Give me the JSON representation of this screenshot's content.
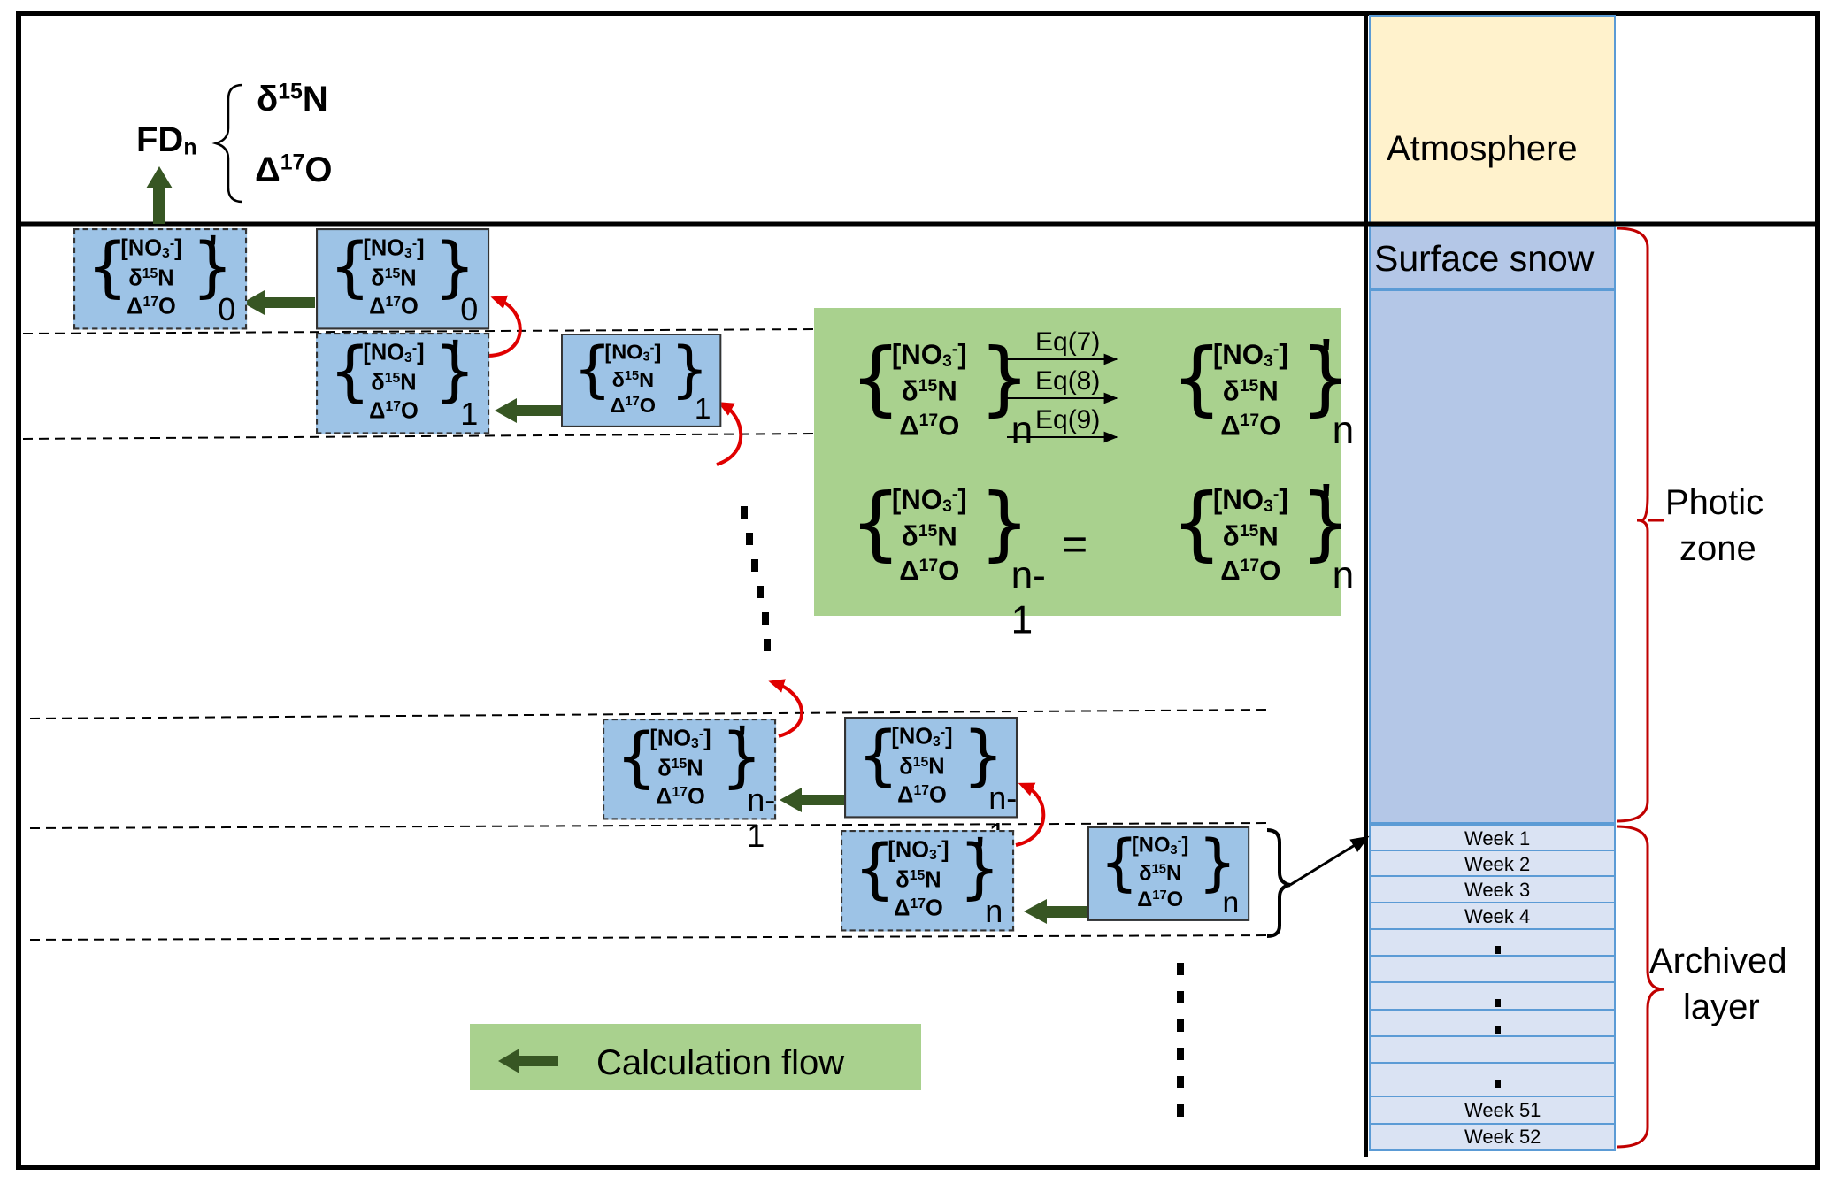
{
  "header": {
    "fd_label": "FD",
    "fd_sub": "n",
    "d15n_main": "δ",
    "d15n_sup": "15",
    "d15n_tail": "N",
    "d17o_main": "Δ",
    "d17o_sup": "17",
    "d17o_tail": "O"
  },
  "column": {
    "atmosphere": "Atmosphere",
    "surface_snow": "Surface snow",
    "photic_zone_line1": "Photic",
    "photic_zone_line2": "zone",
    "archived_line1": "Archived",
    "archived_line2": "layer",
    "weeks": [
      "Week 1",
      "Week 2",
      "Week 3",
      "Week 4",
      "",
      "",
      "",
      "",
      "",
      "",
      "Week 51",
      "Week 52"
    ]
  },
  "box_text": {
    "no3": "[NO",
    "no3_sub": "3",
    "no3_sup": "-",
    "no3_close": "]",
    "d15n": "δ",
    "d15n_sup": "15",
    "d15n_tail": "N",
    "d17o": "Δ",
    "d17o_sup": "17",
    "d17o_tail": "O",
    "prime": "'",
    "brace_open": "{",
    "brace_close": "}"
  },
  "states": [
    {
      "sub": "0",
      "prime": true
    },
    {
      "sub": "0",
      "prime": false
    },
    {
      "sub": "1",
      "prime": true
    },
    {
      "sub": "1",
      "prime": false
    },
    {
      "sub": "n-1",
      "prime": true
    },
    {
      "sub": "n-1",
      "prime": false
    },
    {
      "sub": "n",
      "prime": true
    },
    {
      "sub": "n",
      "prime": false
    }
  ],
  "equations": {
    "eq7": "Eq(7)",
    "eq8": "Eq(8)",
    "eq9": "Eq(9)",
    "equals": "=",
    "sub_n": "n",
    "sub_n1": "n-1"
  },
  "legend": {
    "label": "Calculation flow"
  },
  "colors": {
    "atmosphere": "#fff2cc",
    "photic": "#b4c7e7",
    "archived": "#dae3f3",
    "box": "#9dc3e6",
    "green_panel": "#a9d18e",
    "flow_arrow": "#375623",
    "recycle_arrow": "#e00000",
    "zone_bracket": "#c00000"
  }
}
